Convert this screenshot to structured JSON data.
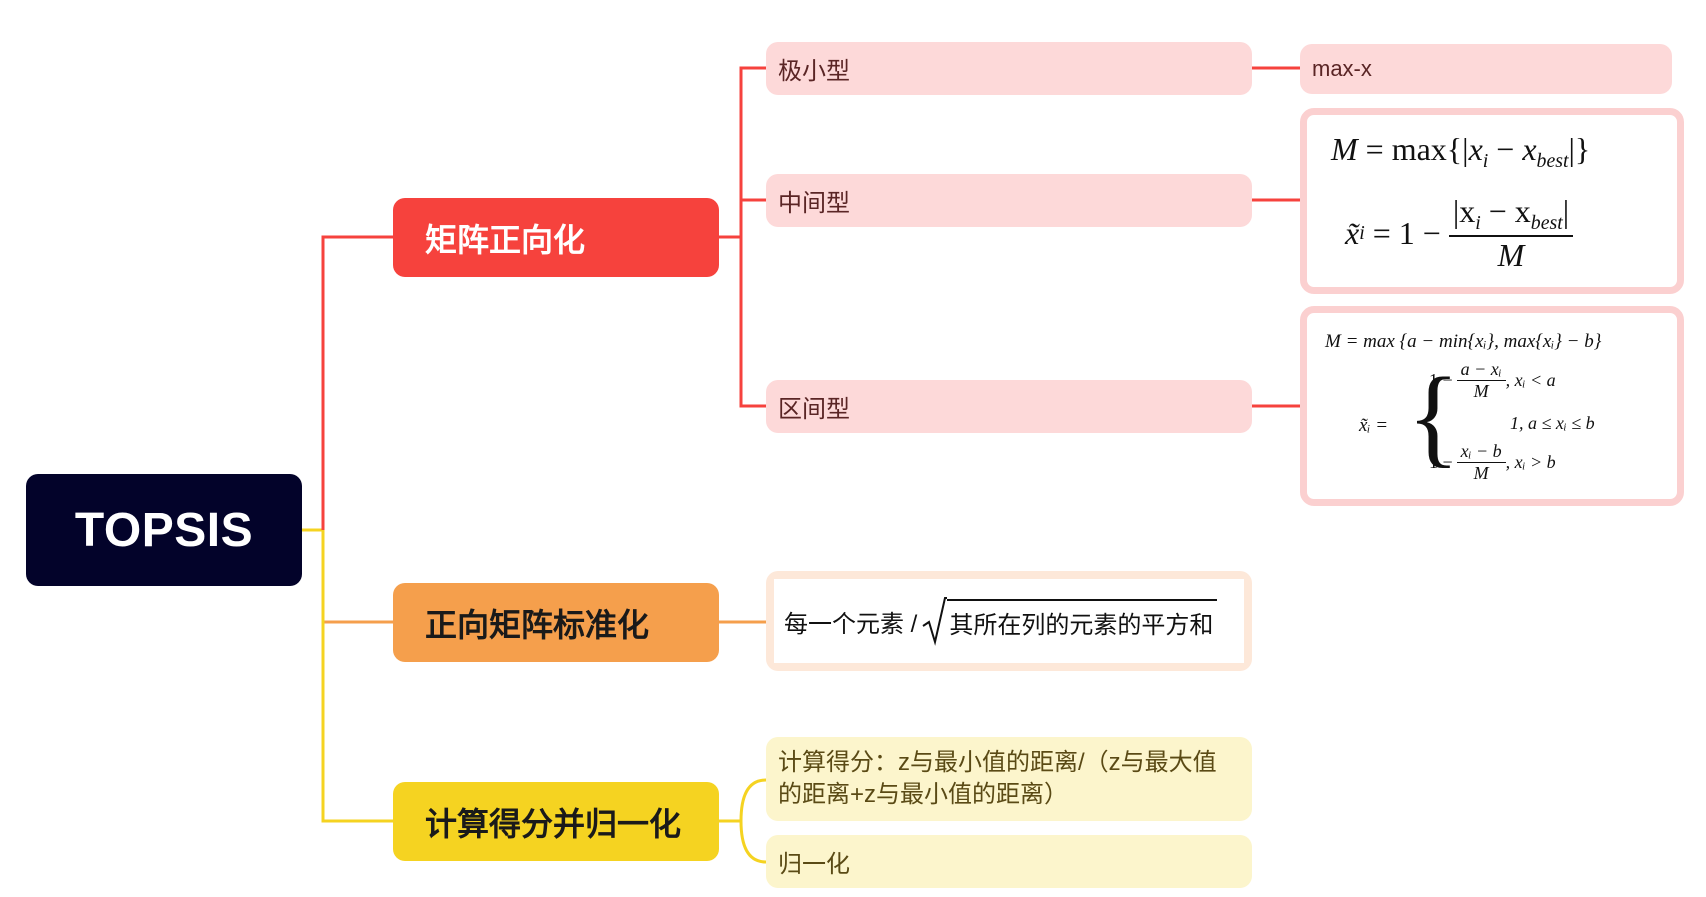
{
  "root": {
    "label": "TOPSIS"
  },
  "branches": [
    {
      "label": "矩阵正向化",
      "color": "#f6423d",
      "children": [
        {
          "label": "极小型",
          "formula": "max-x"
        },
        {
          "label": "中间型",
          "formula_lines": {
            "l1_lhs": "M",
            "l1_eq": " = max{|",
            "l1_x": "x",
            "l1_i": "i",
            "l1_minus": " − ",
            "l1_x2": "x",
            "l1_best": "best",
            "l1_close": "|}",
            "l2_lhs": "x̃",
            "l2_i": "i",
            "l2_eq": " = 1 − ",
            "l2_num": "|x",
            "l2_num_i": "i",
            "l2_num_minus": " − x",
            "l2_num_best": "best",
            "l2_num_close": "|",
            "l2_den": "M"
          }
        },
        {
          "label": "区间型",
          "formula_lines": {
            "top": "M = max {a − min{xᵢ}, max{xᵢ} − b}",
            "lhs": "x̃ᵢ =",
            "case1_pre": "1 −",
            "case1_num": "a − xᵢ",
            "case1_den": "M",
            "case1_cond": ", xᵢ < a",
            "case2": "1, a ≤ xᵢ ≤ b",
            "case3_pre": "1 −",
            "case3_num": "xᵢ − b",
            "case3_den": "M",
            "case3_cond": ", xᵢ > b"
          }
        }
      ]
    },
    {
      "label": "正向矩阵标准化",
      "color": "#f59f4c",
      "children": [
        {
          "label_left": "每一个元素 /",
          "label_right": "其所在列的元素的平方和"
        }
      ]
    },
    {
      "label": "计算得分并归一化",
      "color": "#f5d321",
      "children": [
        {
          "line1": "计算得分：z与最小值的距离/（z与最大值",
          "line2": "的距离+z与最小值的距离）"
        },
        {
          "label": "归一化"
        }
      ]
    }
  ]
}
